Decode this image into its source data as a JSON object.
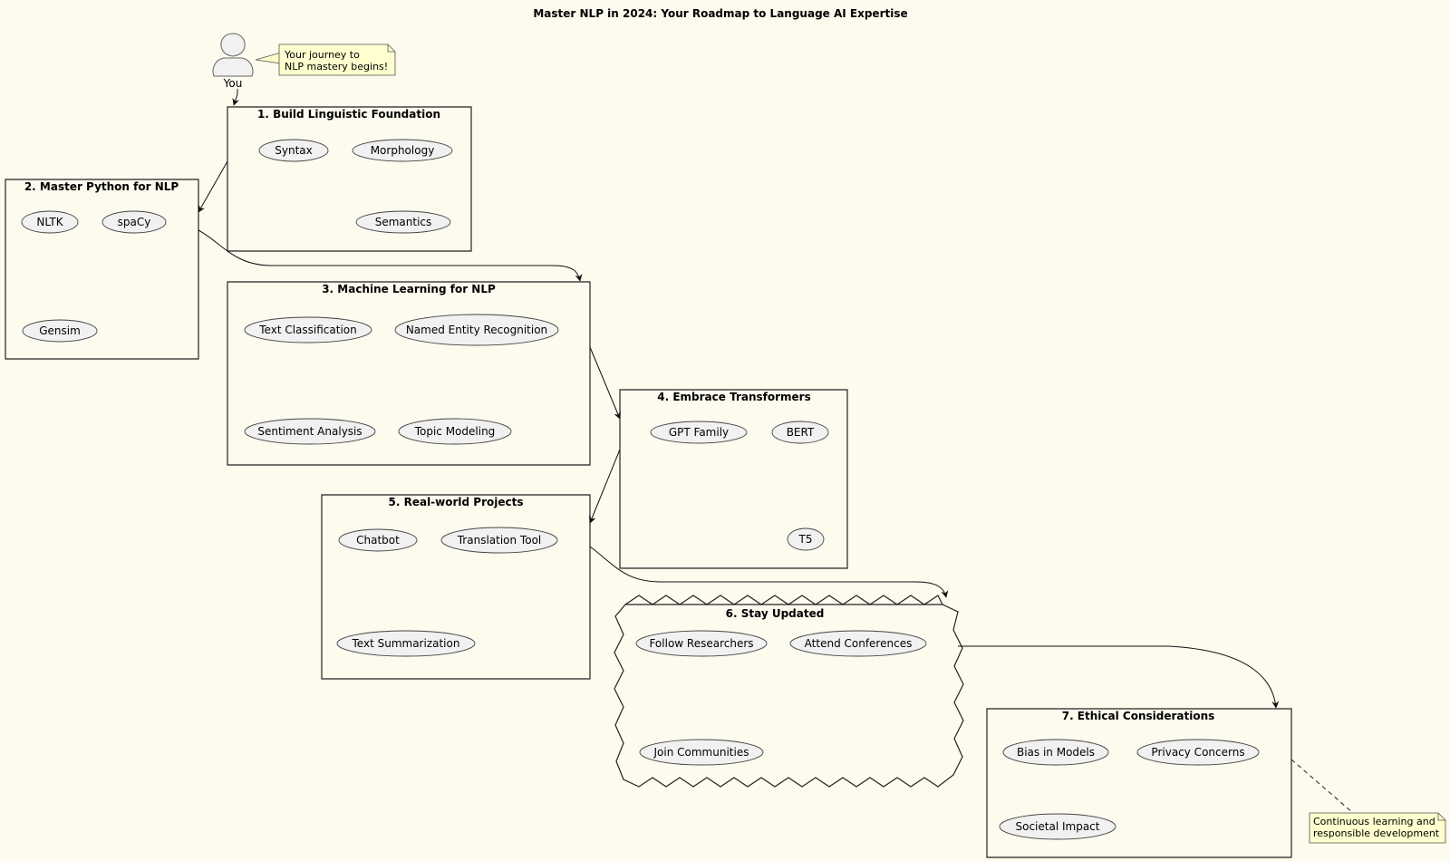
{
  "diagram": {
    "title": "Master NLP in 2024: Your Roadmap to Language AI Expertise",
    "actor": {
      "label": "You"
    },
    "notes": {
      "start": [
        "Your journey to",
        "NLP mastery begins!"
      ],
      "end": [
        "Continuous learning and",
        "responsible development"
      ]
    },
    "packages": [
      {
        "title": "1. Build Linguistic Foundation",
        "items": [
          "Syntax",
          "Morphology",
          "Semantics"
        ]
      },
      {
        "title": "2. Master Python for NLP",
        "items": [
          "NLTK",
          "spaCy",
          "Gensim"
        ]
      },
      {
        "title": "3. Machine Learning for NLP",
        "items": [
          "Text Classification",
          "Named Entity Recognition",
          "Sentiment Analysis",
          "Topic Modeling"
        ]
      },
      {
        "title": "4. Embrace Transformers",
        "items": [
          "GPT Family",
          "BERT",
          "T5"
        ]
      },
      {
        "title": "5. Real-world Projects",
        "items": [
          "Chatbot",
          "Translation Tool",
          "Text Summarization"
        ]
      },
      {
        "title": "6. Stay Updated",
        "items": [
          "Follow Researchers",
          "Attend Conferences",
          "Join Communities"
        ]
      },
      {
        "title": "7. Ethical Considerations",
        "items": [
          "Bias in Models",
          "Privacy Concerns",
          "Societal Impact"
        ]
      }
    ]
  }
}
